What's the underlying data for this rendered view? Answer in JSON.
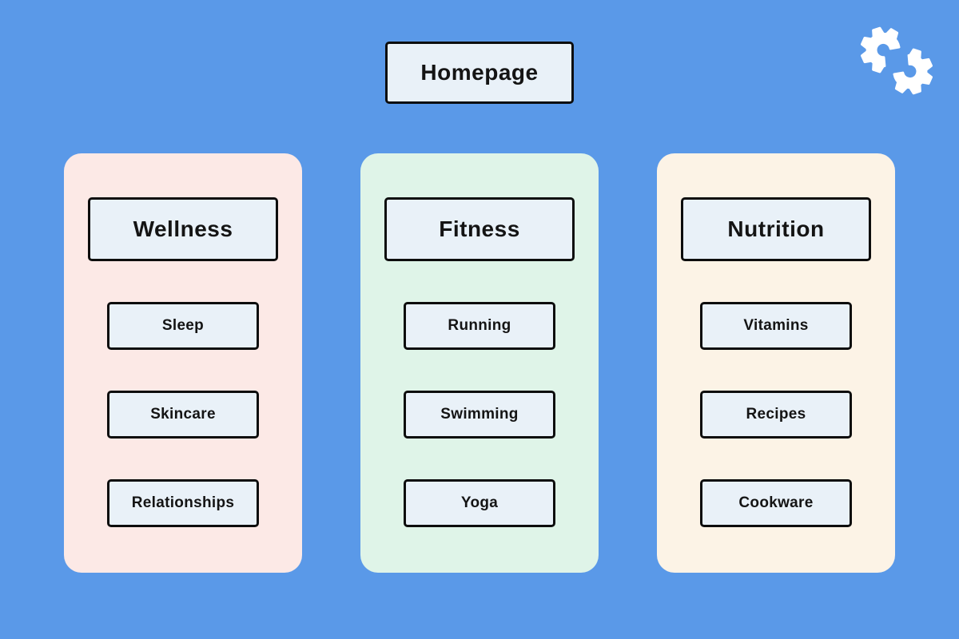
{
  "canvas": {
    "background": "#5A99E8"
  },
  "homepage": {
    "label": "Homepage"
  },
  "logo": {
    "icon": "double-gear-logo",
    "color": "#FFFFFF"
  },
  "node_style": {
    "fill": "#E9F1F8",
    "border": "#0D0D0D",
    "text": "#141414"
  },
  "columns": [
    {
      "title": "Wellness",
      "background": "#FCE9E6",
      "items": [
        "Sleep",
        "Skincare",
        "Relationships"
      ]
    },
    {
      "title": "Fitness",
      "background": "#DFF4E8",
      "items": [
        "Running",
        "Swimming",
        "Yoga"
      ]
    },
    {
      "title": "Nutrition",
      "background": "#FCF3E6",
      "items": [
        "Vitamins",
        "Recipes",
        "Cookware"
      ]
    }
  ]
}
